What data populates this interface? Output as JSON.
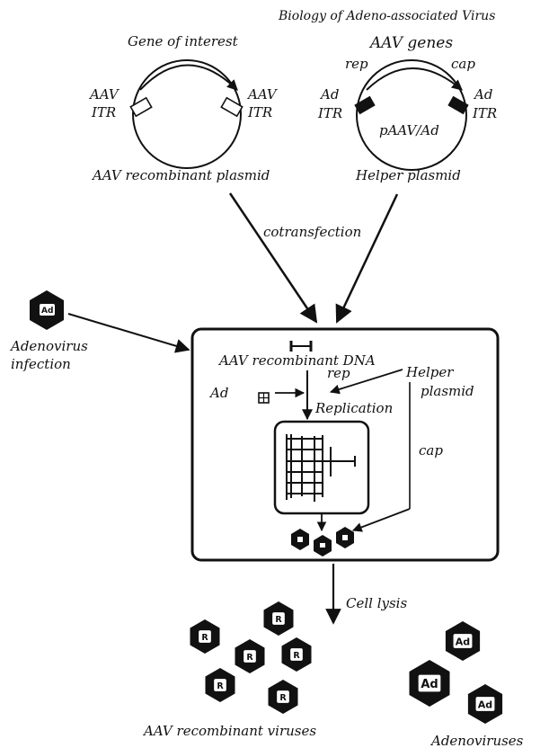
{
  "header": {
    "title": "Biology of Adeno-associated Virus"
  },
  "recombinant_plasmid": {
    "gene_label": "Gene of interest",
    "left_itr": [
      "AAV",
      "ITR"
    ],
    "right_itr": [
      "AAV",
      "ITR"
    ],
    "caption": "AAV recombinant  plasmid"
  },
  "helper_plasmid": {
    "genes_label": "AAV genes",
    "rep": "rep",
    "cap": "cap",
    "left_itr": [
      "Ad",
      "ITR"
    ],
    "right_itr": [
      "Ad",
      "ITR"
    ],
    "inner": "pAAV/Ad",
    "caption": "Helper plasmid"
  },
  "cotransfection": "cotransfection",
  "adenovirus": {
    "badge": "Ad",
    "caption": [
      "Adenovirus",
      "infection"
    ]
  },
  "cell": {
    "dna_label": "AAV recombinant DNA",
    "rep": "rep",
    "ad": "Ad",
    "helper": [
      "Helper",
      "plasmid"
    ],
    "replication": "Replication",
    "cap": "cap"
  },
  "cell_lysis": "Cell lysis",
  "aav_viruses": {
    "badge": "R",
    "caption": "AAV recombinant viruses"
  },
  "adenoviruses": {
    "badge": "Ad",
    "caption": "Adenoviruses"
  }
}
